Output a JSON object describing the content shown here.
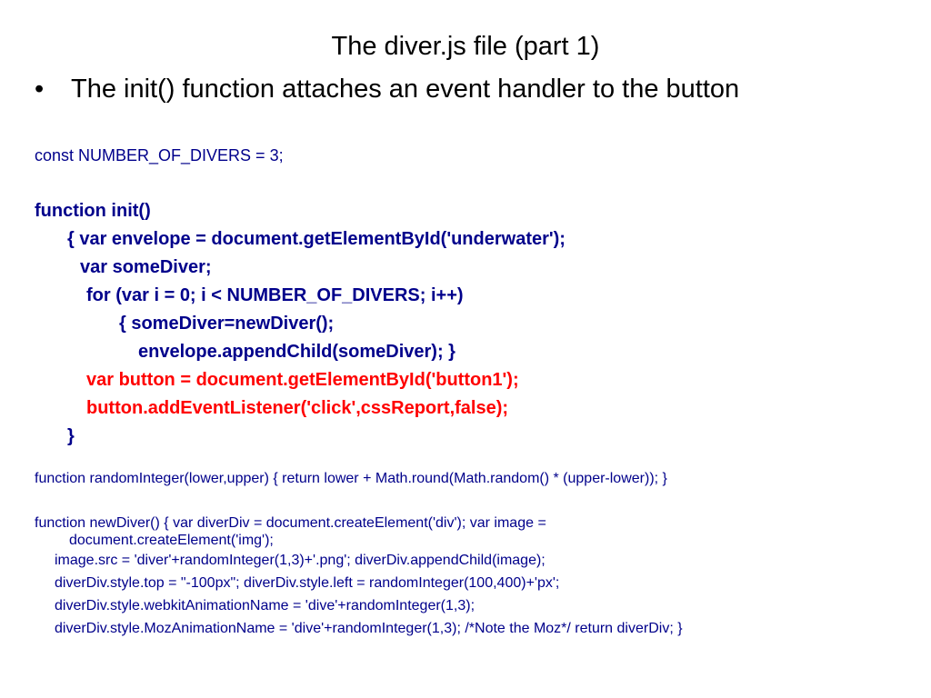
{
  "slide": {
    "title": "The diver.js file (part 1)",
    "bullet": "•",
    "bullet_text": "The init() function attaches an event handler to the button",
    "code_lines": [
      "const NUMBER_OF_DIVERS = 3;",
      "function init()",
      "{ var envelope = document.getElementById('underwater');",
      "var someDiver;",
      "for (var i = 0; i < NUMBER_OF_DIVERS; i++)",
      "{ someDiver=newDiver();",
      "envelope.appendChild(someDiver); }",
      "var button = document.getElementById('button1');",
      "button.addEventListener('click',cssReport,false);",
      "}",
      "function randomInteger(lower,upper)  { return lower + Math.round(Math.random() * (upper-lower));  }",
      "function newDiver()  { var diverDiv = document.createElement('div');      var image =",
      "document.createElement('img');",
      "image.src = 'diver'+randomInteger(1,3)+'.png';    diverDiv.appendChild(image);",
      "diverDiv.style.top = \"-100px\";    diverDiv.style.left = randomInteger(100,400)+'px';",
      "diverDiv.style.webkitAnimationName = 'dive'+randomInteger(1,3);",
      "diverDiv.style.MozAnimationName = 'dive'+randomInteger(1,3); /*Note the Moz*/   return diverDiv;     }"
    ],
    "colors": {
      "code": "#00008b",
      "highlight": "#ff0000",
      "text": "#000000",
      "background": "#ffffff"
    }
  }
}
